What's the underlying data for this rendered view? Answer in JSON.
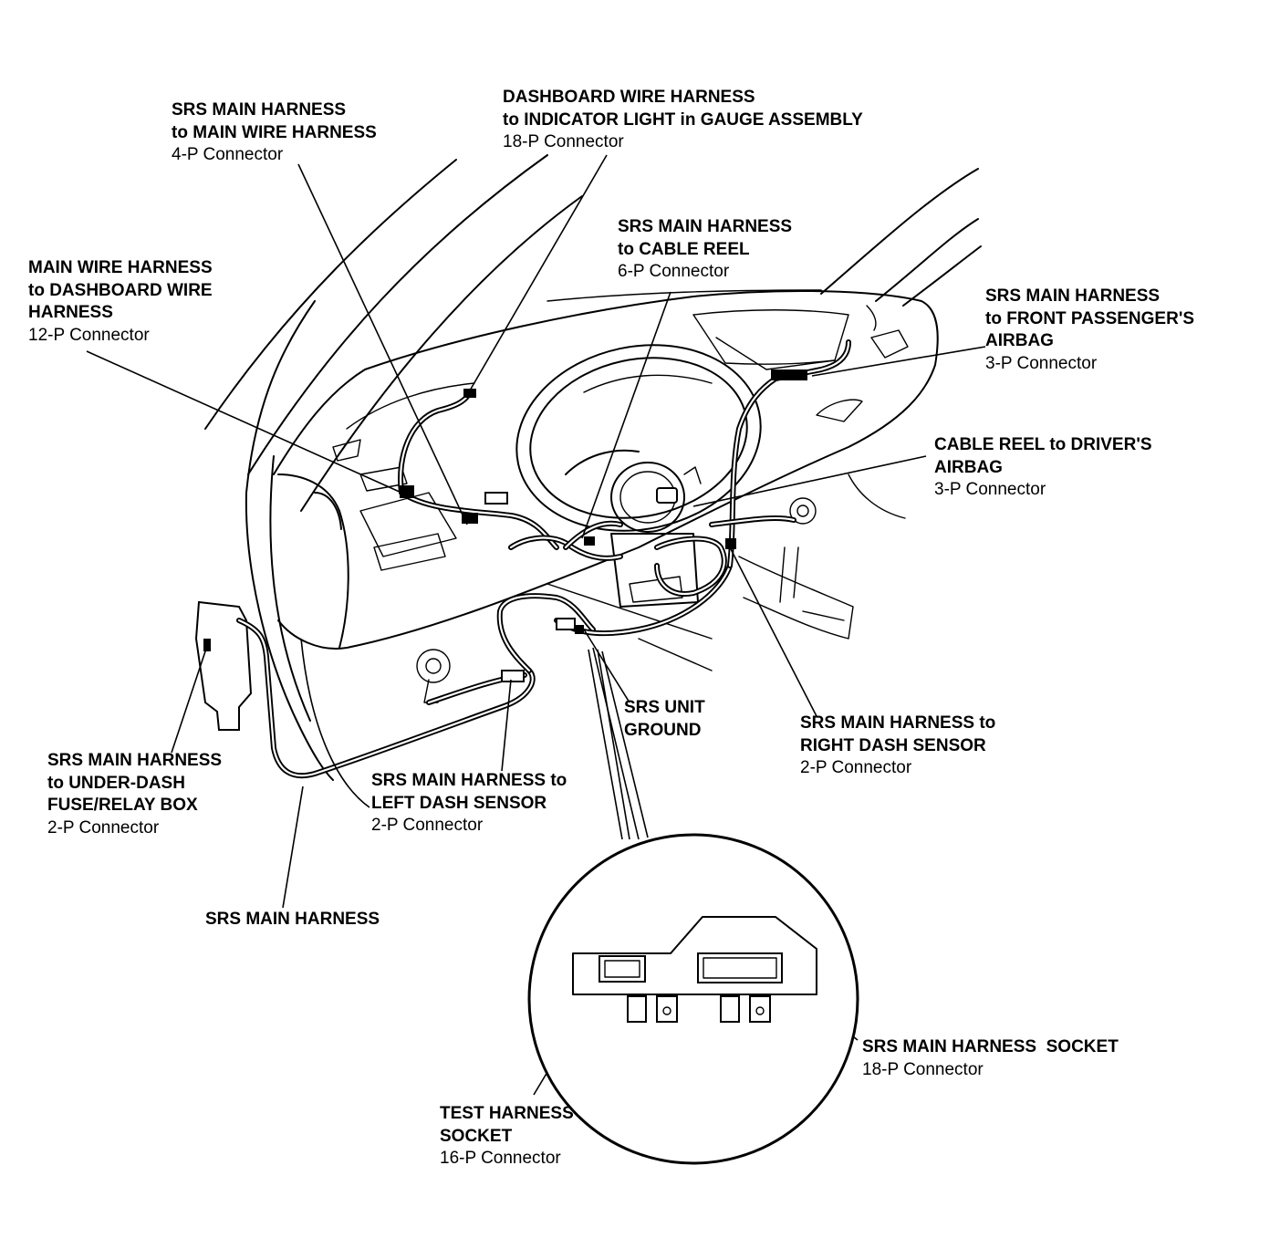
{
  "labels": {
    "srs_main_to_main_wire": {
      "line1": "SRS MAIN HARNESS",
      "line2": "to MAIN WIRE HARNESS",
      "connector": "4-P Connector"
    },
    "dashboard_to_indicator": {
      "line1": "DASHBOARD WIRE HARNESS",
      "line2": "to INDICATOR LIGHT in GAUGE ASSEMBLY",
      "connector": "18-P Connector"
    },
    "main_wire_to_dashboard": {
      "line1": "MAIN WIRE HARNESS",
      "line2": "to DASHBOARD WIRE",
      "line3": "HARNESS",
      "connector": "12-P Connector"
    },
    "srs_main_to_cable_reel": {
      "line1": "SRS MAIN HARNESS",
      "line2": "to CABLE REEL",
      "connector": "6-P Connector"
    },
    "srs_main_to_passenger_airbag": {
      "line1": "SRS MAIN HARNESS",
      "line2": "to FRONT PASSENGER'S",
      "line3": "AIRBAG",
      "connector": "3-P Connector"
    },
    "cable_reel_to_driver_airbag": {
      "line1": "CABLE REEL to DRIVER'S",
      "line2": "AIRBAG",
      "connector": "3-P Connector"
    },
    "srs_unit_ground": {
      "line1": "SRS UNIT",
      "line2": "GROUND"
    },
    "srs_main_to_right_dash_sensor": {
      "line1": "SRS MAIN HARNESS to",
      "line2": "RIGHT DASH SENSOR",
      "connector": "2-P Connector"
    },
    "srs_main_to_under_dash_box": {
      "line1": "SRS MAIN HARNESS",
      "line2": "to UNDER-DASH",
      "line3": "FUSE/RELAY BOX",
      "connector": "2-P Connector"
    },
    "srs_main_to_left_dash_sensor": {
      "line1": "SRS MAIN HARNESS to",
      "line2": "LEFT DASH SENSOR",
      "connector": "2-P Connector"
    },
    "srs_main_harness": {
      "line1": "SRS MAIN HARNESS"
    },
    "srs_main_harness_socket": {
      "line1": "SRS MAIN HARNESS  SOCKET",
      "connector": "18-P Connector"
    },
    "test_harness_socket": {
      "line1": "TEST HARNESS",
      "line2": "SOCKET",
      "connector": "16-P Connector"
    }
  },
  "colors": {
    "ink": "#000000",
    "paper": "#ffffff"
  }
}
